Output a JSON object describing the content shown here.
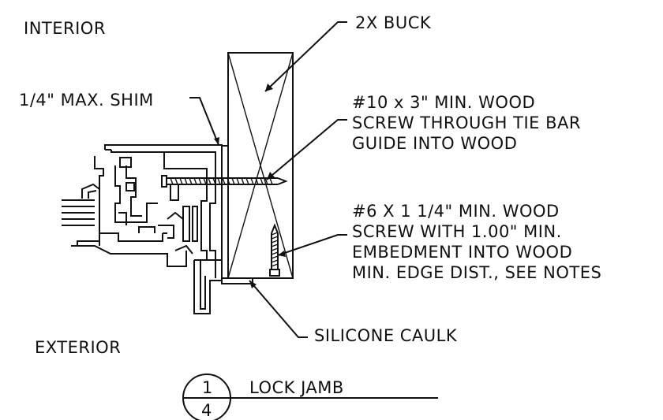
{
  "labels": {
    "interior": "INTERIOR",
    "exterior": "EXTERIOR",
    "buck": "2X BUCK",
    "shim": "1/4\" MAX. SHIM",
    "screw10": [
      "#10 x 3\" MIN. WOOD",
      "SCREW THROUGH TIE BAR",
      "GUIDE INTO WOOD"
    ],
    "screw6": [
      "#6 X 1 1/4\" MIN. WOOD",
      "SCREW WITH 1.00\" MIN.",
      "EMBEDMENT INTO WOOD",
      "MIN. EDGE DIST., SEE NOTES"
    ],
    "caulk": "SILICONE CAULK"
  },
  "detail_tag": {
    "number": "1",
    "sheet": "4",
    "title": "LOCK JAMB"
  },
  "colors": {
    "ink": "#111111",
    "background": "#ffffff"
  }
}
